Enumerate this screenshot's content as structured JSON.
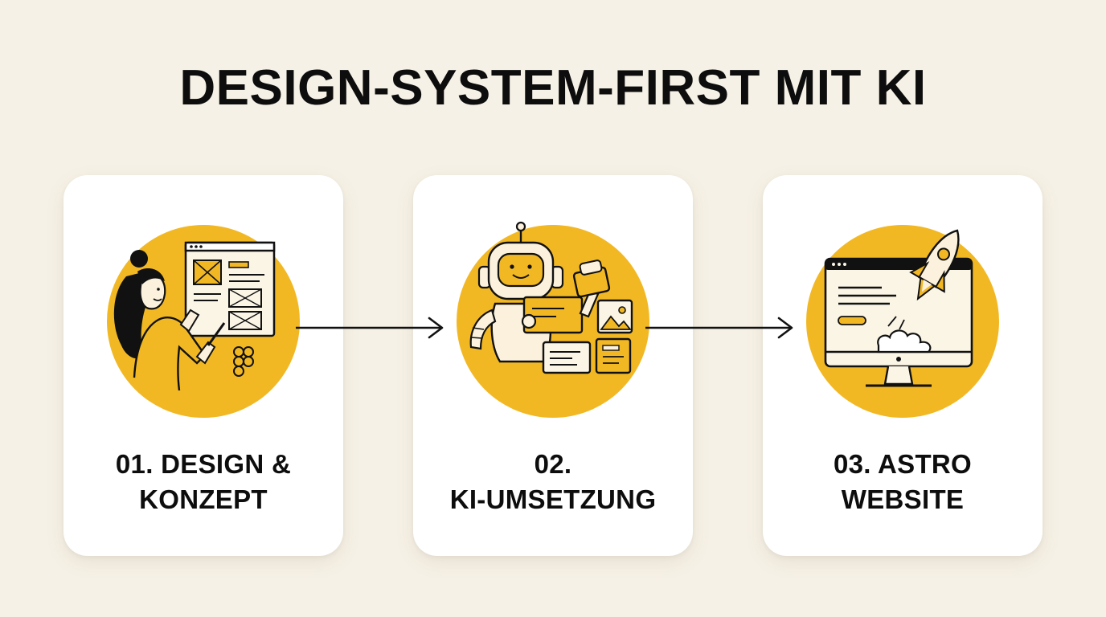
{
  "title": "DESIGN-SYSTEM-FIRST MIT KI",
  "colors": {
    "background": "#f6f1e6",
    "accent": "#f2b824",
    "card": "#ffffff",
    "ink": "#0d0d0d"
  },
  "steps": [
    {
      "line1": "01. DESIGN &",
      "line2": "KONZEPT",
      "icon": "designer-wireframe-icon"
    },
    {
      "line1": "02.",
      "line2": "KI-UMSETZUNG",
      "icon": "robot-assistant-icon"
    },
    {
      "line1": "03. ASTRO",
      "line2": "WEBSITE",
      "icon": "monitor-rocket-icon"
    }
  ]
}
